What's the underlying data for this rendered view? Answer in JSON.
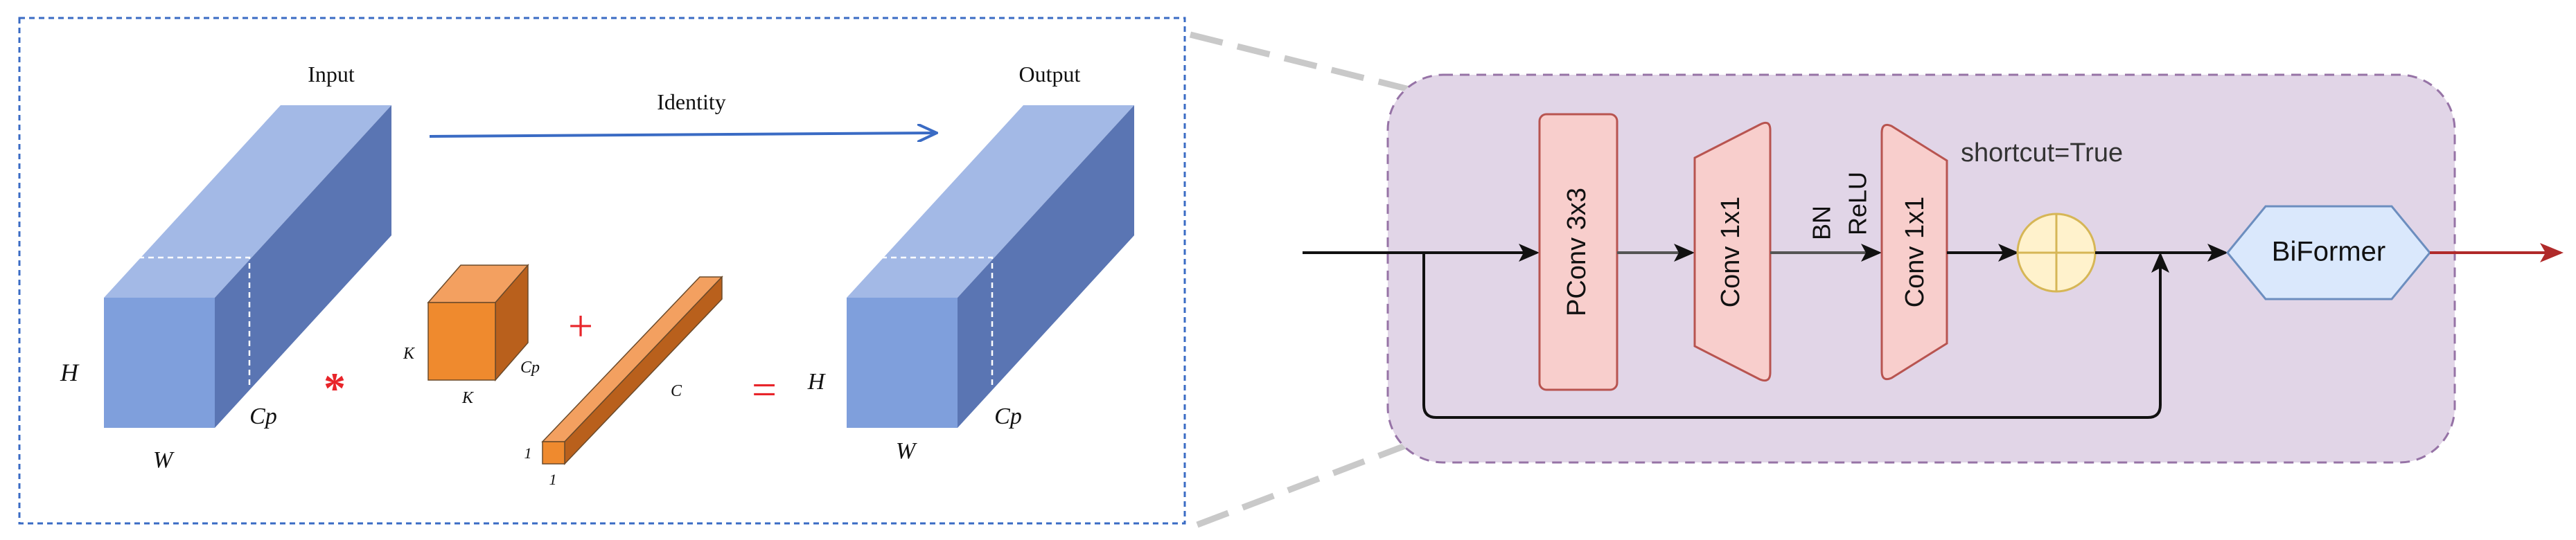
{
  "left_panel": {
    "input_label": "Input",
    "identity_label": "Identity",
    "output_label": "Output",
    "input_tensor": {
      "h": "H",
      "w": "W",
      "c": "Cp"
    },
    "kernel": {
      "k_side": "K",
      "k_bottom": "K",
      "c": "Cp"
    },
    "pointwise": {
      "one_left": "1",
      "one_bottom": "1",
      "c": "C"
    },
    "output_tensor": {
      "h": "H",
      "w": "W",
      "c": "Cp"
    },
    "conv_symbol": "*",
    "plus_symbol": "+",
    "equals_symbol": "="
  },
  "right_panel": {
    "pconv_label": "PConv 3x3",
    "conv1_label": "Conv 1x1",
    "bn_label": "BN",
    "relu_label": "ReLU",
    "conv2_label": "Conv 1x1",
    "shortcut_label": "shortcut=True",
    "biformer_label": "BiFormer"
  },
  "colors": {
    "tensor_front": "#7f9fdc",
    "tensor_top": "#a3b9e6",
    "tensor_side": "#5a75b3",
    "kernel_front": "#ef8a2e",
    "kernel_top": "#f3a060",
    "kernel_side": "#b9601c",
    "module_bg": "#e1d5e7",
    "module_border": "#9673a6",
    "block_fill": "#f8cecc",
    "block_stroke": "#b85450",
    "sum_fill": "#fff2cc",
    "sum_stroke": "#d6b656",
    "biformer_fill": "#dae8fc",
    "biformer_stroke": "#6c8ebf",
    "frame_border": "#3a6bc4",
    "output_arrow": "#b02a2a",
    "symbol_red": "#e8252a"
  }
}
